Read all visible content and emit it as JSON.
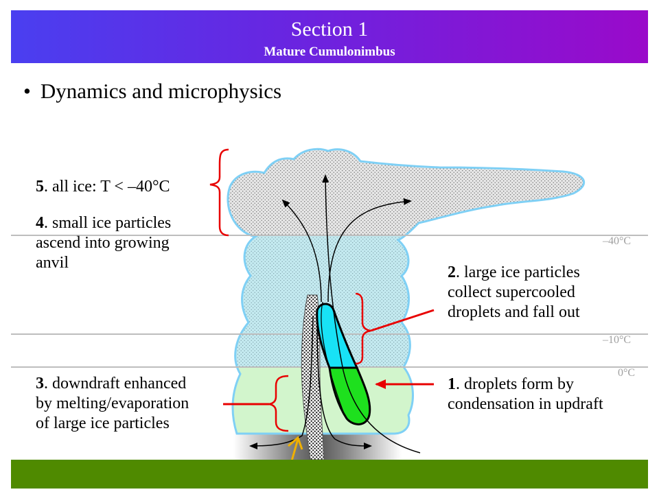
{
  "header": {
    "title": "Section 1",
    "subtitle": "Mature Cumulonimbus"
  },
  "bullet": {
    "symbol": "•",
    "text": "Dynamics and microphysics"
  },
  "temperature_lines": [
    {
      "label": "–40°C"
    },
    {
      "label": "–10°C"
    },
    {
      "label": "0°C"
    }
  ],
  "annotations": [
    {
      "number": "5",
      "lines": [
        ". all ice: T < –40°C"
      ]
    },
    {
      "number": "4",
      "lines": [
        ". small ice particles",
        "ascend into growing",
        "anvil"
      ]
    },
    {
      "number": "2",
      "lines": [
        ". large ice particles",
        "collect supercooled",
        "droplets and fall out"
      ]
    },
    {
      "number": "3",
      "lines": [
        ". downdraft enhanced",
        "by melting/evaporation",
        "of large ice particles"
      ]
    },
    {
      "number": "1",
      "lines": [
        ". droplets form by",
        "condensation in updraft"
      ]
    }
  ],
  "colors": {
    "header_start": "#4a3ff0",
    "header_end": "#9a0aca",
    "cloud_outline": "#7fd0f5",
    "cloud_upper": "#e6e6e6",
    "cloud_middle": "#c4eaf0",
    "cloud_lower": "#d2f5cc",
    "ice_core": "#18e2f6",
    "droplet_core": "#1ee01e",
    "ground": "#4f8a00",
    "annotation_pointer": "#e80000",
    "inflow_arrow": "#f0b000",
    "temperature_line": "#bdbdbd"
  }
}
